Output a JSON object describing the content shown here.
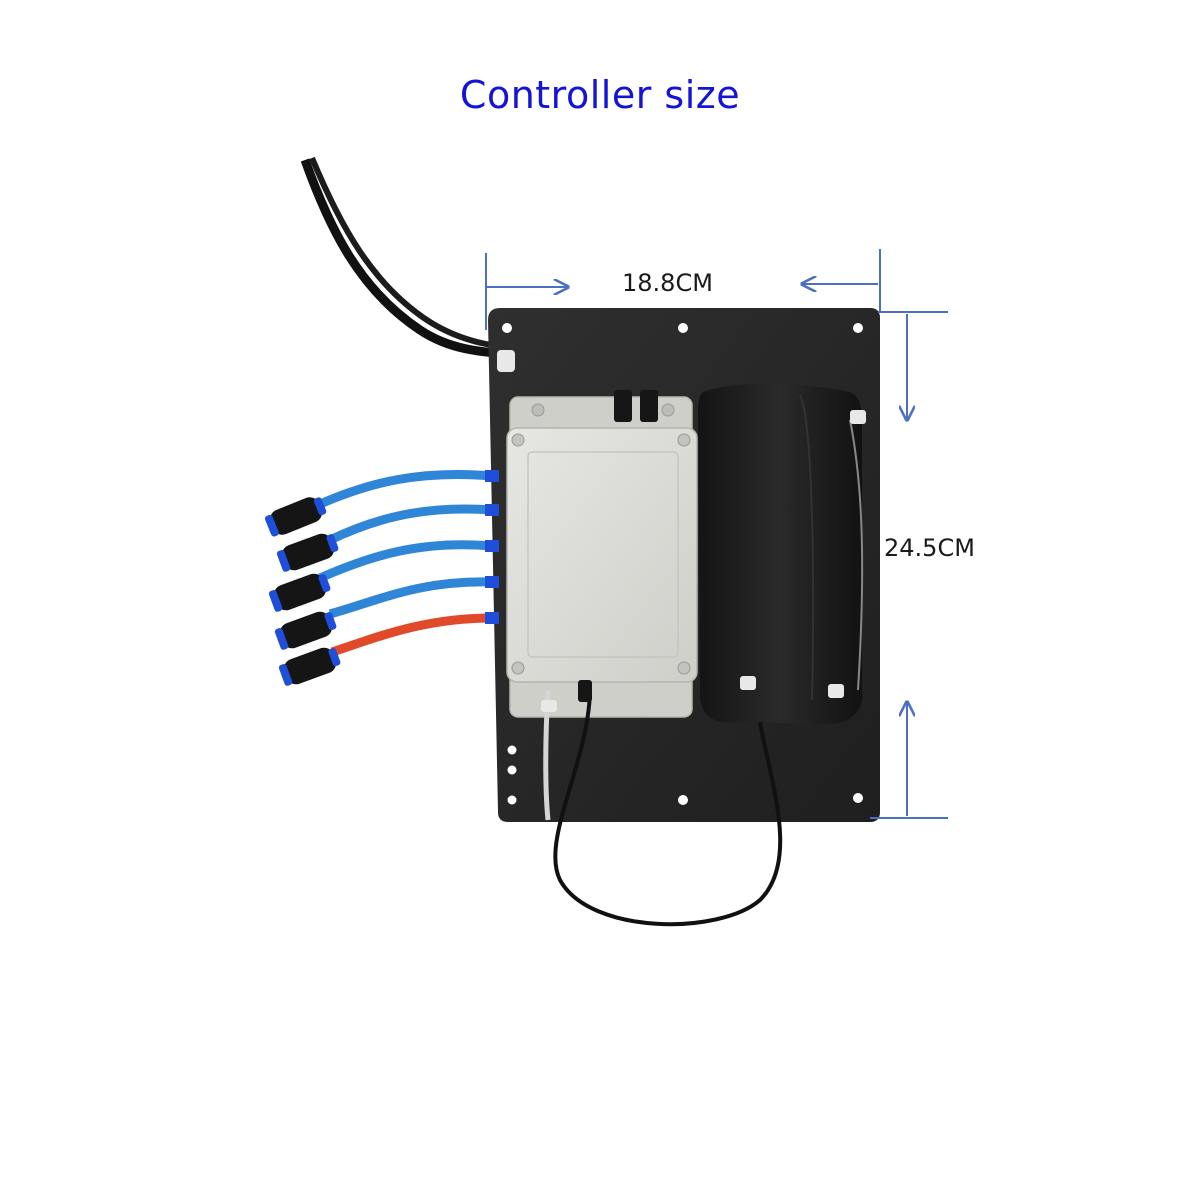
{
  "title": "Controller size",
  "dimensions": {
    "width_label": "18.8CM",
    "height_label": "24.5CM"
  },
  "colors": {
    "title": "#1414d6",
    "dimension_arrow": "#4a6fc4",
    "plate": "#2a2a2a",
    "enclosure": "#dcdcd8",
    "blue_tube": "#2f86d6",
    "red_tube": "#e04a2a",
    "fitting": "#151515",
    "fitting_ring": "#1f4fd8"
  },
  "icons": {
    "width_arrows": "double-headed-horizontal-arrow-icon",
    "height_arrows": "double-headed-vertical-arrow-icon"
  }
}
